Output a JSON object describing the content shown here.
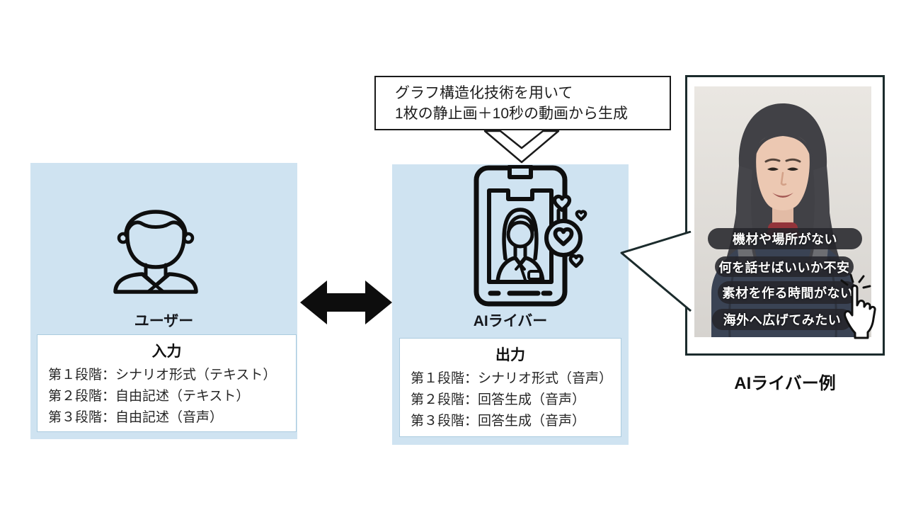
{
  "callout": {
    "line1": "グラフ構造化技術を用いて",
    "line2": "1枚の静止画＋10秒の動画から生成"
  },
  "user_panel": {
    "title": "ユーザー",
    "box_heading": "入力",
    "stages": [
      "第１段階：シナリオ形式（テキスト）",
      "第２段階：自由記述（テキスト）",
      "第３段階：自由記述（音声）"
    ]
  },
  "ai_panel": {
    "title": "AIライバー",
    "box_heading": "出力",
    "stages": [
      "第１段階：シナリオ形式（音声）",
      "第２段階：回答生成（音声）",
      "第３段階：回答生成（音声）"
    ]
  },
  "example": {
    "caption": "AIライバー例",
    "badges": [
      "機材や場所がない",
      "何を話せばいいか不安",
      "素材を作る時間がない",
      "海外へ広げてみたい"
    ]
  },
  "icons": {
    "user": "user-outline-icon",
    "ai_phone": "livestream-phone-hearts-icon",
    "double_arrow": "double-headed-arrow-icon",
    "down_arrow": "chevron-down-arrow-icon",
    "cursor": "hand-click-cursor-icon"
  },
  "colors": {
    "panel_blue": "#cfe3f1",
    "inner_box_border": "#aacbdf",
    "outline_black": "#1a1a1a",
    "photo_frame": "#1b2b2c",
    "badge_bg": "rgba(38,38,43,0.88)",
    "badge_text": "#ffffff",
    "turtleneck_red": "#8f3038",
    "sweater_navy": "#3a4354"
  }
}
